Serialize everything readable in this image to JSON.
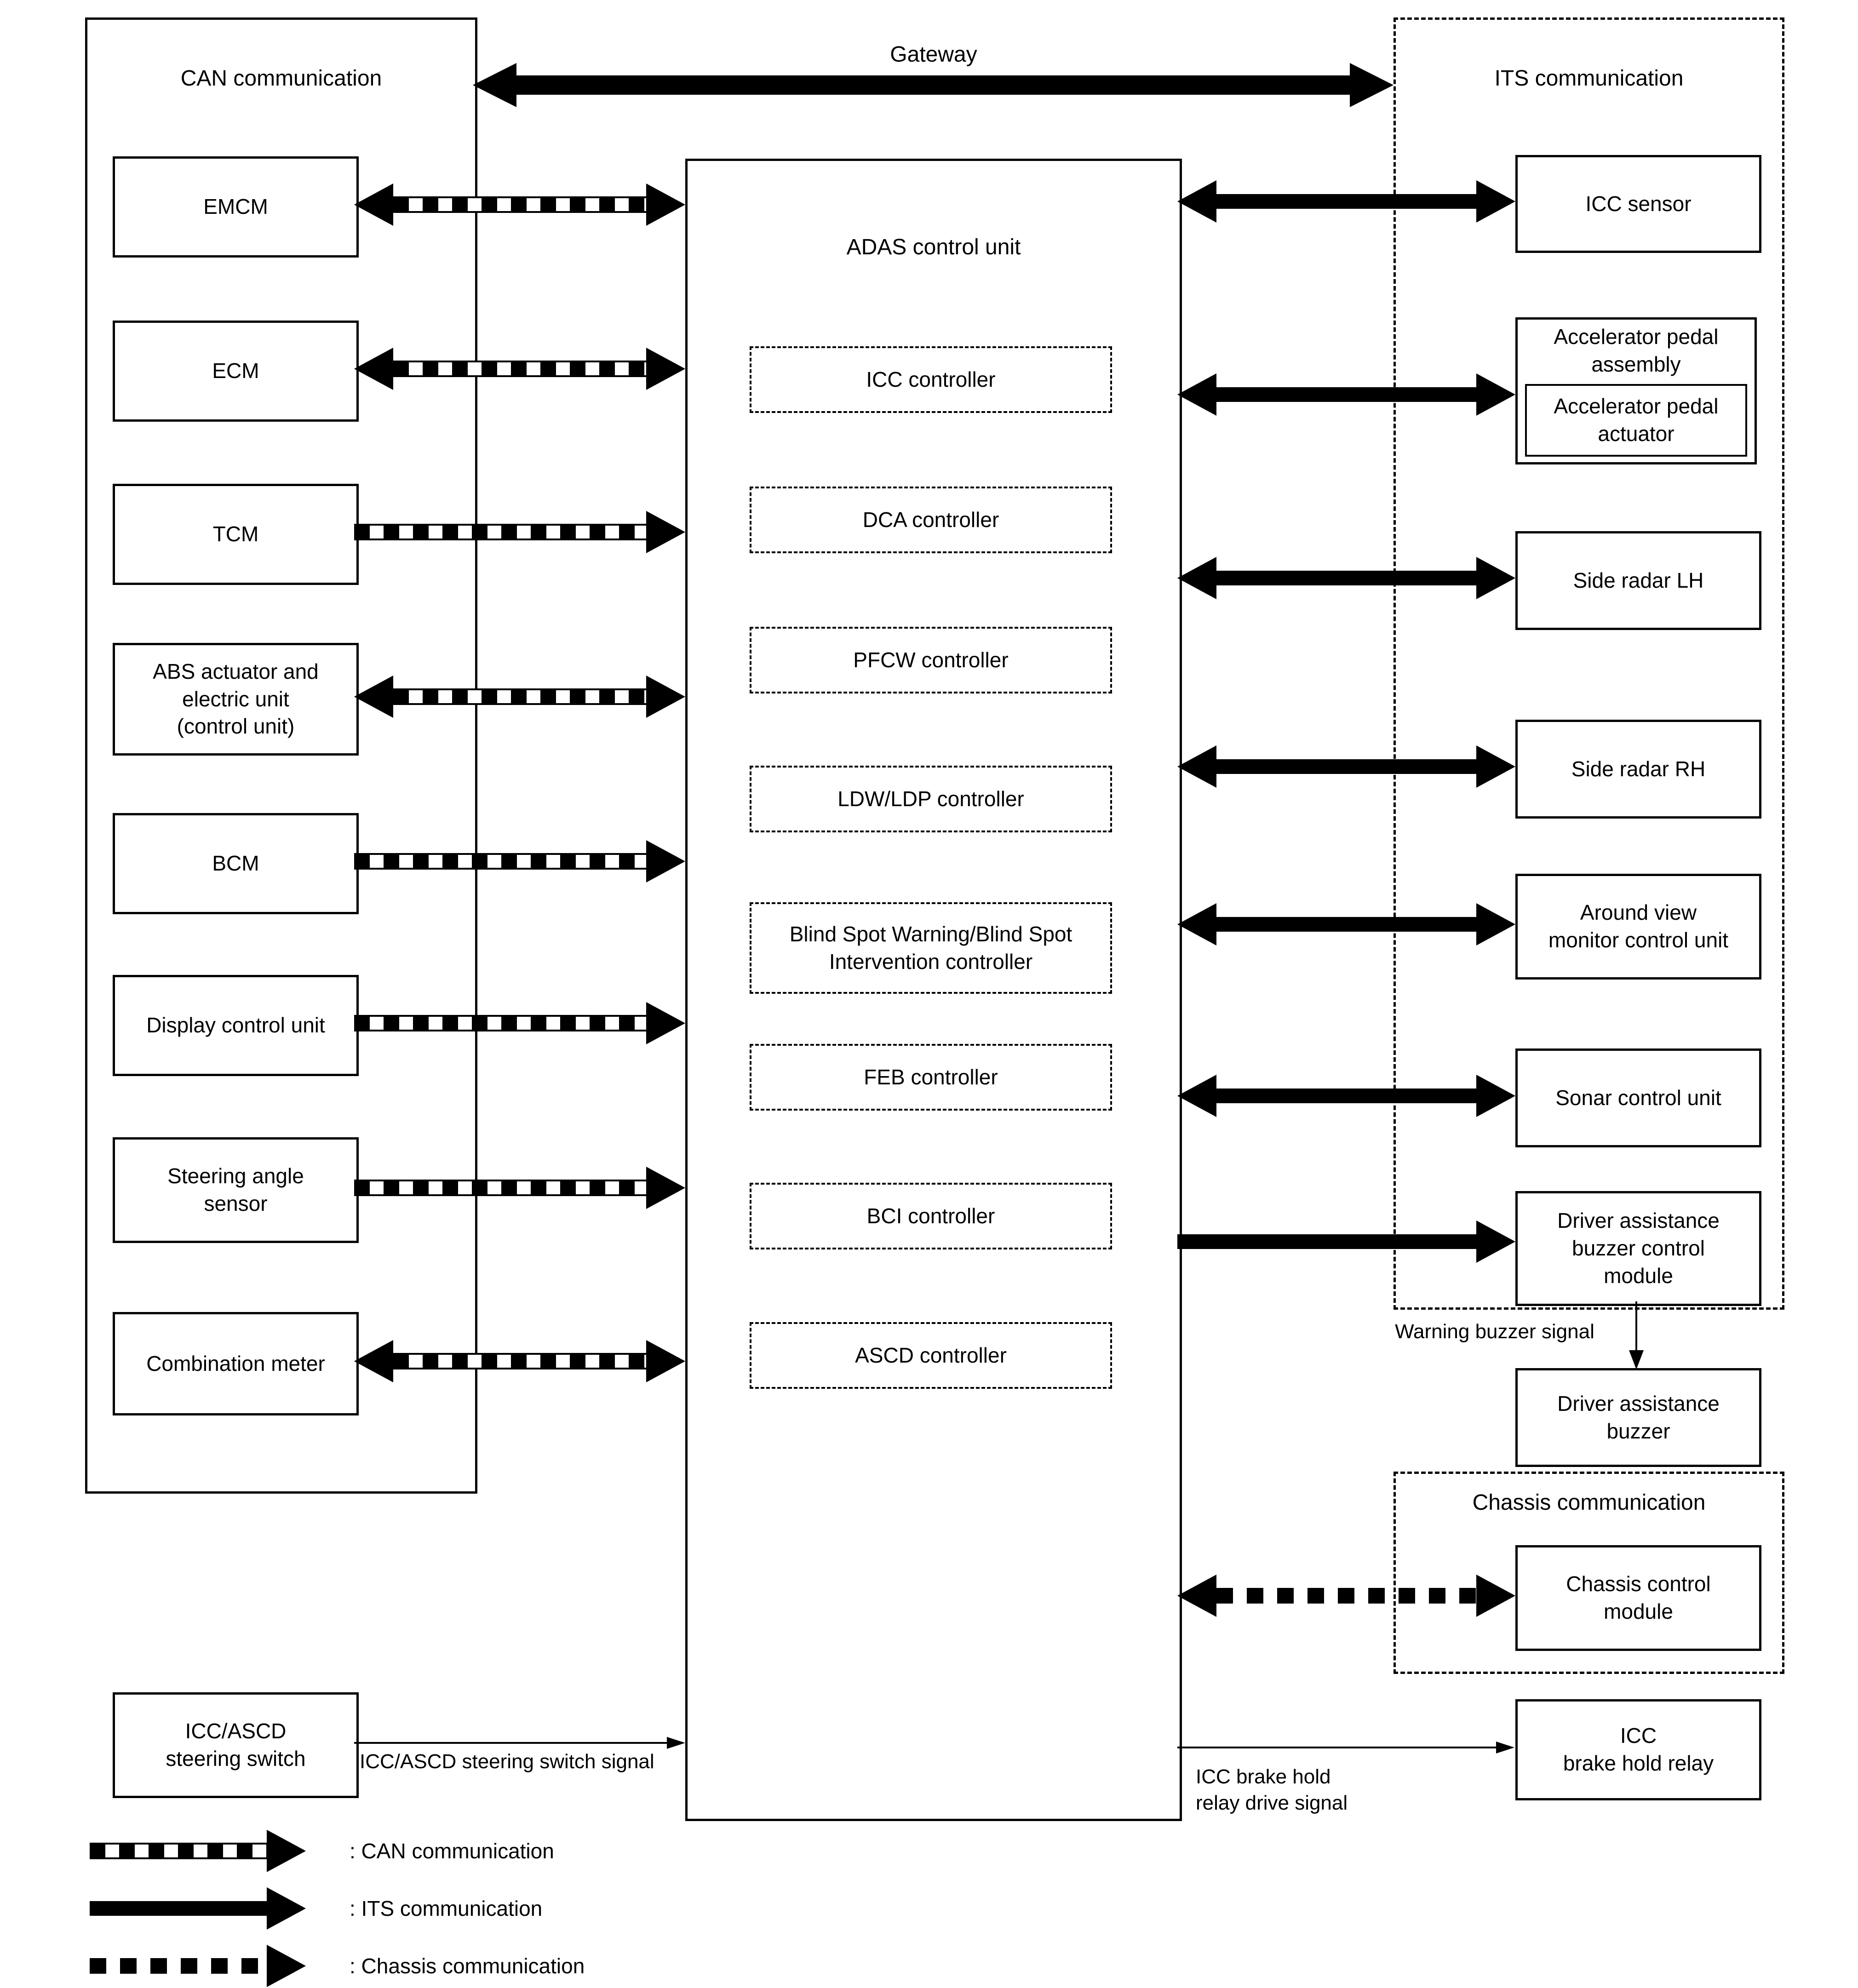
{
  "gateway_label": "Gateway",
  "can_section": {
    "title": "CAN communication",
    "nodes": [
      {
        "label": "EMCM"
      },
      {
        "label": "ECM"
      },
      {
        "label": "TCM"
      },
      {
        "label": "ABS actuator and\nelectric unit\n(control unit)"
      },
      {
        "label": "BCM"
      },
      {
        "label": "Display control unit"
      },
      {
        "label": "Steering angle\nsensor"
      },
      {
        "label": "Combination meter"
      }
    ]
  },
  "adas": {
    "title": "ADAS control unit",
    "controllers": [
      {
        "label": "ICC controller"
      },
      {
        "label": "DCA controller"
      },
      {
        "label": "PFCW controller"
      },
      {
        "label": "LDW/LDP controller"
      },
      {
        "label": "Blind Spot Warning/Blind Spot\nIntervention controller"
      },
      {
        "label": "FEB controller"
      },
      {
        "label": "BCI controller"
      },
      {
        "label": "ASCD controller"
      }
    ]
  },
  "its_section": {
    "title": "ITS communication",
    "nodes": [
      {
        "label": "ICC sensor"
      },
      {
        "label": "Accelerator pedal\nassembly",
        "inner_label": "Accelerator pedal\nactuator"
      },
      {
        "label": "Side radar LH"
      },
      {
        "label": "Side radar RH"
      },
      {
        "label": "Around view\nmonitor control unit"
      },
      {
        "label": "Sonar control unit"
      },
      {
        "label": "Driver assistance\nbuzzer control\nmodule"
      }
    ]
  },
  "chassis_section": {
    "title": "Chassis communication",
    "node_label": "Chassis control\nmodule"
  },
  "standalone": {
    "icc_ascd_switch": "ICC/ASCD\nsteering switch",
    "driver_assistance_buzzer": "Driver assistance\nbuzzer",
    "icc_brake_hold_relay": "ICC\nbrake hold relay"
  },
  "signals": {
    "icc_ascd": "ICC/ASCD steering switch signal",
    "warning_buzzer": "Warning buzzer signal",
    "icc_brake_hold": "ICC brake hold\nrelay drive signal"
  },
  "legend": [
    {
      "style": "can",
      "label": ": CAN communication"
    },
    {
      "style": "its",
      "label": ": ITS communication"
    },
    {
      "style": "chassis",
      "label": ": Chassis communication"
    }
  ],
  "colors": {
    "line": "#000000",
    "background": "#ffffff"
  }
}
